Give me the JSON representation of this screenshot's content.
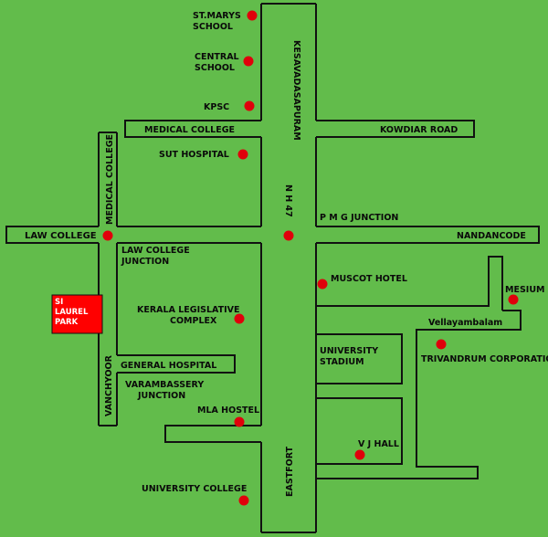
{
  "roads": {
    "kesavadasapuram": "KESAVADASAPURAM",
    "nh47": "N H 47",
    "eastfort": "EASTFORT",
    "medical_college_h": "MEDICAL COLLEGE",
    "medical_college_v": "MEDICAL COLLEGE",
    "kowdiar_road": "KOWDIAR ROAD",
    "law_college": "LAW COLLEGE",
    "nandancode": "NANDANCODE",
    "general_hospital": "GENERAL HOSPITAL",
    "vanchyoor": "VANCHYOOR",
    "vellayambalam": "Vellayambalam"
  },
  "places": {
    "st_marys_1": "ST.MARYS",
    "st_marys_2": "SCHOOL",
    "central_1": "CENTRAL",
    "central_2": "SCHOOL",
    "kpsc": "KPSC",
    "sut_hospital": "SUT HOSPITAL",
    "pmg_junction": "P M G JUNCTION",
    "law_college_junction_1": "LAW COLLEGE",
    "law_college_junction_2": "JUNCTION",
    "muscot_hotel": "MUSCOT HOTEL",
    "mesium": "MESIUM",
    "kerala_legislative_1": "KERALA LEGISLATIVE",
    "kerala_legislative_2": "COMPLEX",
    "university_stadium_1": "UNIVERSITY",
    "university_stadium_2": "STADIUM",
    "trivandrum_corporation": "TRIVANDRUM CORPORATION",
    "varambassery_1": "VARAMBASSERY",
    "varambassery_2": "JUNCTION",
    "mla_hostel": "MLA HOSTEL",
    "vj_hall": "V J HALL",
    "university_college": "UNIVERSITY COLLEGE"
  },
  "park": {
    "line1": "SI",
    "line2": "LAUREL",
    "line3": "PARK",
    "color": "#ff0000"
  },
  "colors": {
    "background": "#62bc4b",
    "roads": "#111111",
    "markers": "#e0000b"
  }
}
